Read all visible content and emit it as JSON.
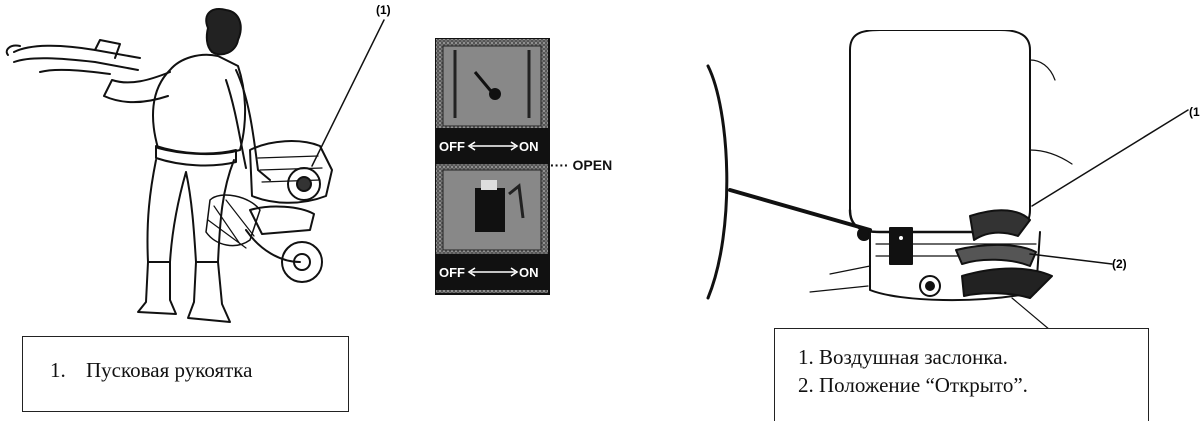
{
  "figure_left": {
    "callout": "(1)",
    "caption": {
      "number": "1.",
      "text": "Пусковая рукоятка"
    }
  },
  "figure_switch": {
    "upper_label_off": "OFF",
    "upper_label_on": "ON",
    "lower_label_off": "OFF",
    "lower_label_on": "ON",
    "open_label": "···· OPEN"
  },
  "figure_right": {
    "callout_1": "(1",
    "callout_2": "(2)",
    "caption": {
      "line1": "1. Воздушная заслонка.",
      "line2": "2.  Положение “Открыто”."
    }
  }
}
